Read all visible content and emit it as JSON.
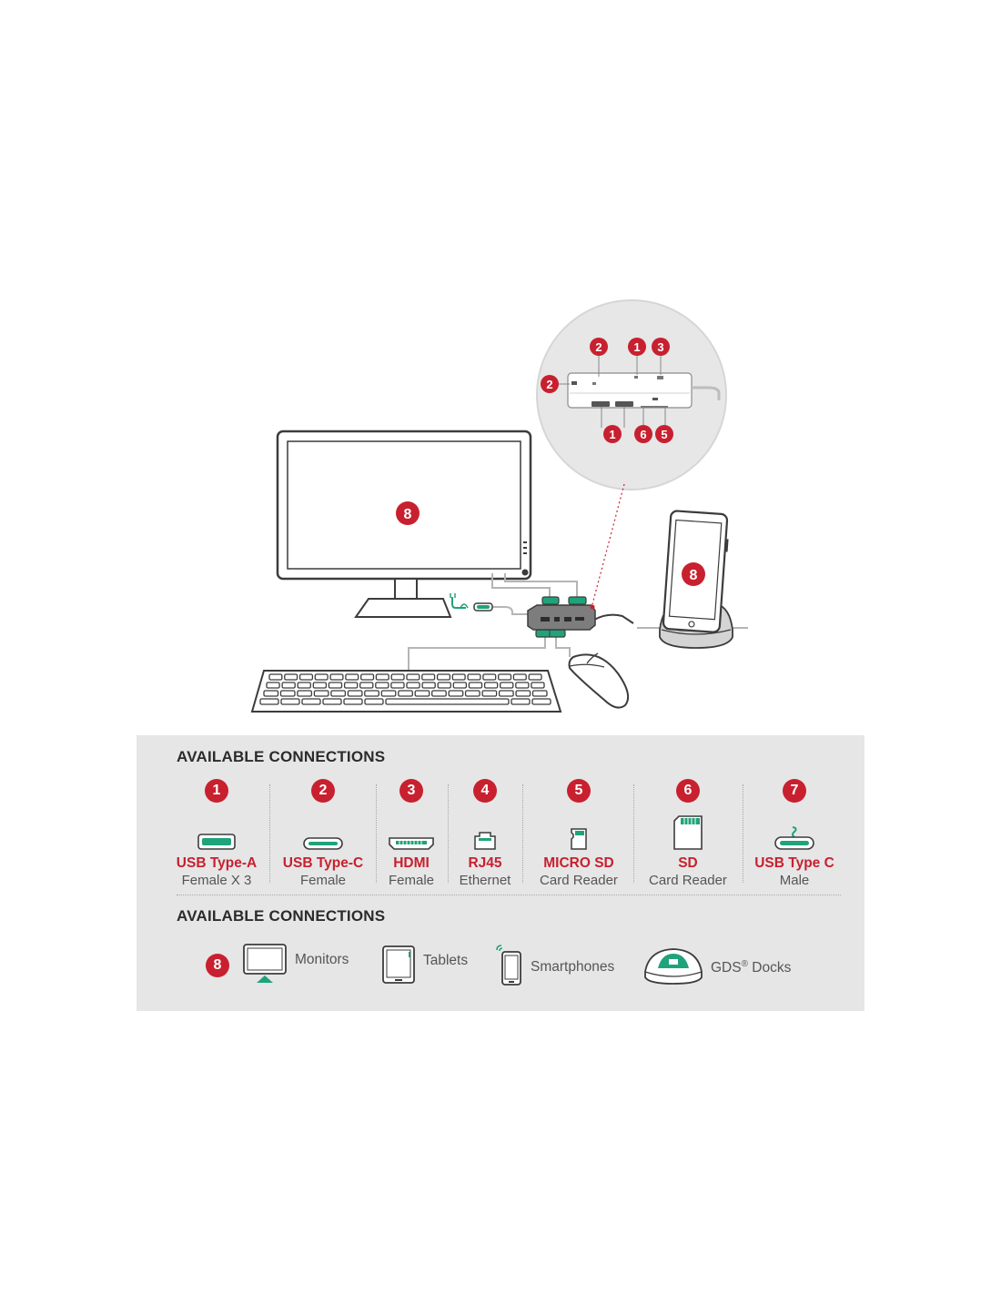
{
  "diagram": {
    "callouts": {
      "top_a": "2",
      "top_b": "1",
      "top_c": "3",
      "side": "2",
      "bottom_a": "1",
      "bottom_b": "6",
      "bottom_c": "5",
      "monitor": "8",
      "phone": "8"
    }
  },
  "section1": {
    "heading": "AVAILABLE CONNECTIONS",
    "items": [
      {
        "num": "1",
        "name": "USB Type-A",
        "sub": "Female X 3",
        "icon": "usb-a-port-icon"
      },
      {
        "num": "2",
        "name": "USB Type-C",
        "sub": "Female",
        "icon": "usb-c-port-icon"
      },
      {
        "num": "3",
        "name": "HDMI",
        "sub": "Female",
        "icon": "hdmi-port-icon"
      },
      {
        "num": "4",
        "name": "RJ45",
        "sub": "Ethernet",
        "icon": "ethernet-port-icon"
      },
      {
        "num": "5",
        "name": "MICRO SD",
        "sub": "Card Reader",
        "icon": "micro-sd-card-icon"
      },
      {
        "num": "6",
        "name": "SD",
        "sub": "Card Reader",
        "icon": "sd-card-icon"
      },
      {
        "num": "7",
        "name": "USB Type C",
        "sub": "Male",
        "icon": "usb-c-plug-icon"
      }
    ]
  },
  "section2": {
    "heading": "AVAILABLE CONNECTIONS",
    "badge": "8",
    "devices": [
      {
        "label": "Monitors",
        "icon": "monitor-icon"
      },
      {
        "label": "Tablets",
        "icon": "tablet-icon"
      },
      {
        "label": "Smartphones",
        "icon": "smartphone-icon"
      },
      {
        "label": "GDS",
        "sup": "®",
        "suffix": " Docks",
        "icon": "dock-icon"
      }
    ]
  },
  "colors": {
    "accent_red": "#c8202f",
    "accent_green": "#1fa37a",
    "line_gray": "#b5b5b5",
    "outline_dark": "#3c3c3c",
    "panel_bg": "#e6e6e6"
  }
}
